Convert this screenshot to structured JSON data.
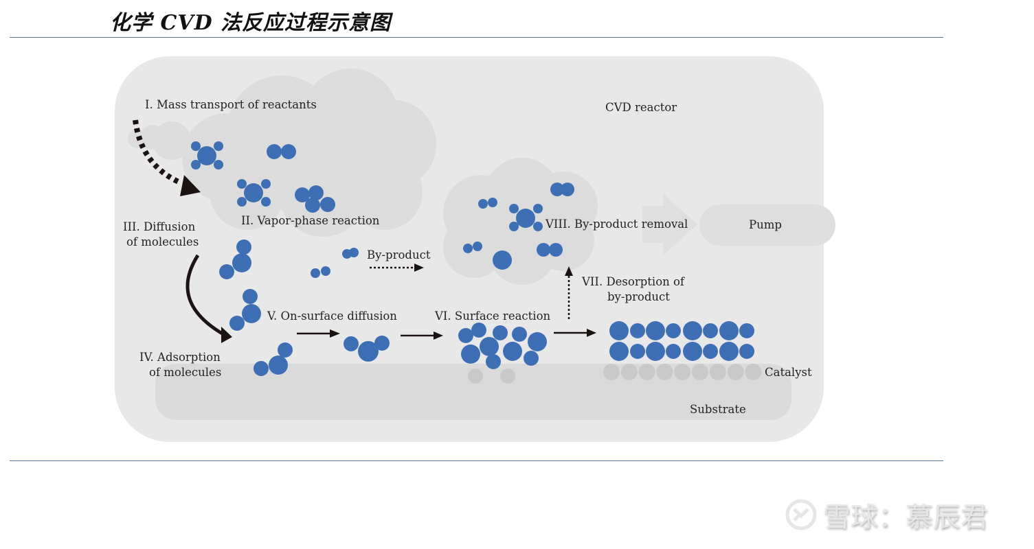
{
  "title": "化学 CVD 法反应过程示意图",
  "colors": {
    "molecule": "#3e6fb4",
    "catalyst": "#c9c9c9",
    "reactor": "#e8e8e8",
    "cloud": "#dcdcdc",
    "substrate": "#dadada",
    "rule": "#5a7391",
    "arrow": "#1a1311"
  },
  "diagram": {
    "reactor_label": "CVD reactor",
    "pump_label": "Pump",
    "substrate_label": "Substrate",
    "catalyst_label": "Catalyst",
    "byproduct_label": "By-product",
    "steps": {
      "s1": "I. Mass transport of reactants",
      "s2": "II. Vapor-phase reaction",
      "s3_line1": "III. Diffusion",
      "s3_line2": "of molecules",
      "s4_line1": "IV. Adsorption",
      "s4_line2": "of molecules",
      "s5": "V. On-surface diffusion",
      "s6": "VI. Surface reaction",
      "s7_line1": "VII. Desorption of",
      "s7_line2": "by-product",
      "s8": "VIII. By-product removal"
    }
  },
  "watermark": {
    "icon": "snowball-logo-icon",
    "text": "雪球：慕辰君"
  }
}
